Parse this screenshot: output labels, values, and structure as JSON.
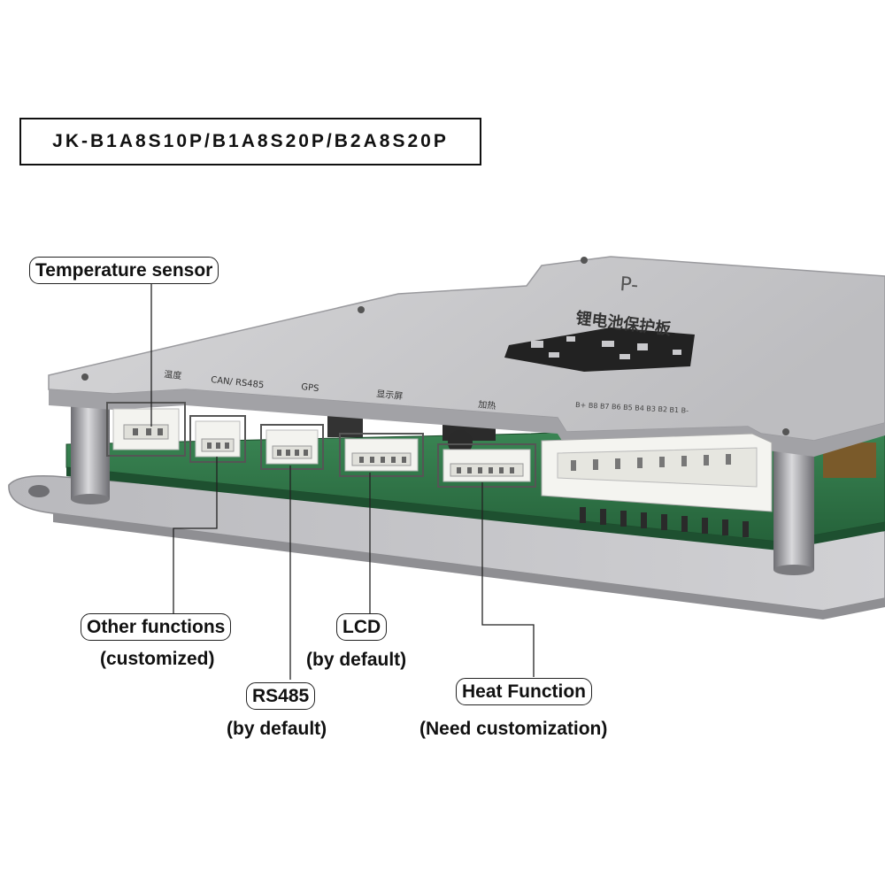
{
  "model": "JK-B1A8S10P/B1A8S20P/B2A8S20P",
  "callouts": {
    "temperature": {
      "label": "Temperature sensor"
    },
    "other": {
      "label": "Other functions",
      "note": "(customized)"
    },
    "rs485": {
      "label": "RS485",
      "note": "(by default)"
    },
    "lcd": {
      "label": "LCD",
      "note": "(by default)"
    },
    "heat": {
      "label": "Heat Function",
      "note": "(Need customization)"
    }
  },
  "silkscreen": {
    "port_labels": [
      "温度",
      "CAN/\nRS485",
      "GPS",
      "显示屏",
      "加热"
    ],
    "plate_title": "锂电池保护板",
    "p_minus": "P-",
    "balance_row": "B+ B8 B7 B6 B5 B4 B3 B2 B1 B-"
  },
  "colors": {
    "pcb": "#2f7a4a",
    "plate": "#c9c9cc",
    "connector": "#f2f2ee",
    "highlight_box": "#555555"
  }
}
